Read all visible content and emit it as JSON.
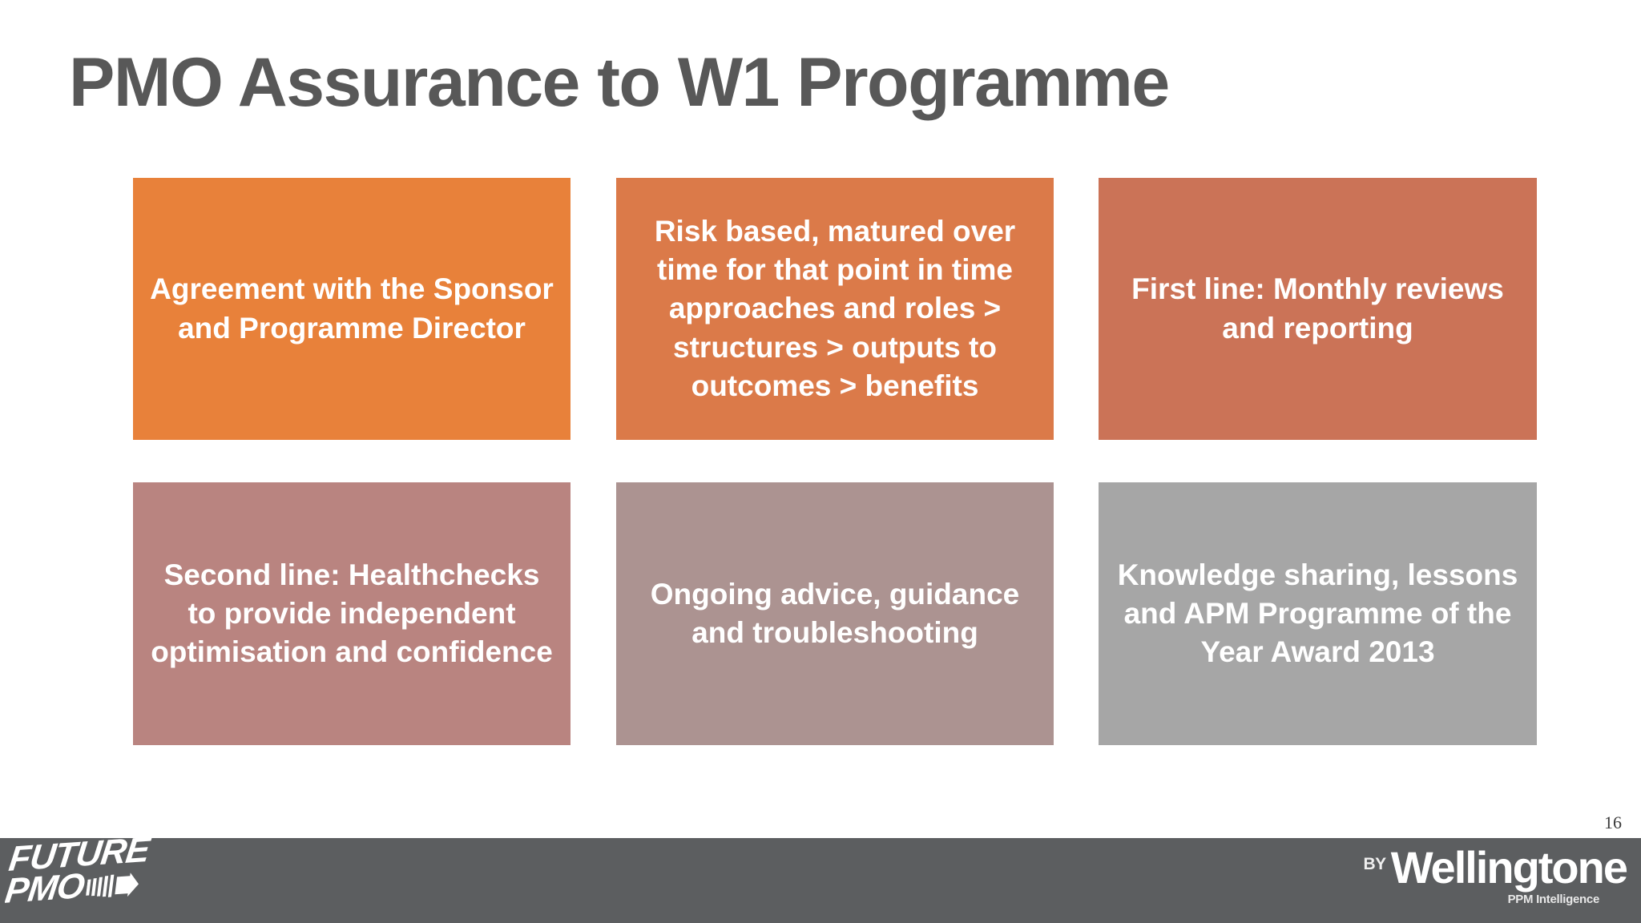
{
  "slide": {
    "title": "PMO Assurance to W1 Programme",
    "page_number": "16",
    "background_color": "#FFFFFF",
    "title_color": "#585858"
  },
  "boxes": [
    {
      "id": "agreement-sponsor-director",
      "text": "Agreement with the Sponsor and Programme Director",
      "color": "#E8813A",
      "row": 1,
      "column": 1
    },
    {
      "id": "risk-based-matured",
      "text": "Risk based, matured over time for that point in time approaches and roles > structures  >  outputs to outcomes > benefits",
      "color": "#DB7A49",
      "row": 1,
      "column": 2
    },
    {
      "id": "first-line-monthly-reviews",
      "text": "First line: Monthly reviews and reporting",
      "color": "#CB7357",
      "row": 1,
      "column": 3
    },
    {
      "id": "second-line-healthchecks",
      "text": "Second line: Healthchecks to provide independent optimisation and confidence",
      "color": "#B98480",
      "row": 2,
      "column": 1
    },
    {
      "id": "ongoing-advice-guidance",
      "text": "Ongoing advice, guidance and troubleshooting",
      "color": "#AC9391",
      "row": 2,
      "column": 2
    },
    {
      "id": "knowledge-sharing-apm-award",
      "text": "Knowledge sharing, lessons and APM Programme of the Year Award 2013",
      "color": "#A6A6A6",
      "row": 2,
      "column": 3
    }
  ],
  "footer": {
    "background_color": "#5C5E60",
    "left_logo": {
      "line1": "Future",
      "line2": "PMO",
      "icon": "arrow-right-icon"
    },
    "right_logo": {
      "prefix": "BY",
      "name": "Wellingtone",
      "subtitle": "PPM Intelligence"
    }
  }
}
